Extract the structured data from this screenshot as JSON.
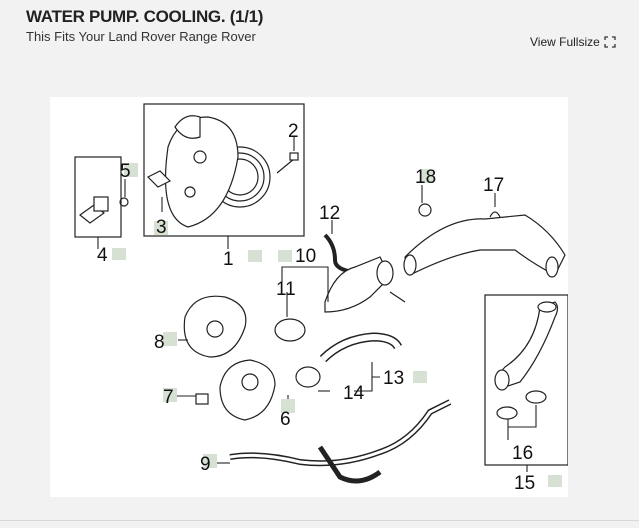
{
  "header": {
    "title": "WATER PUMP. COOLING. (1/1)",
    "subtitle": "This Fits Your Land Rover Range Rover",
    "view_fullsize_label": "View Fullsize",
    "view_fullsize_icon": "expand-icon"
  },
  "diagram": {
    "callouts": [
      "1",
      "2",
      "3",
      "4",
      "5",
      "6",
      "7",
      "8",
      "9",
      "10",
      "11",
      "12",
      "13",
      "14",
      "15",
      "16",
      "17",
      "18"
    ]
  }
}
